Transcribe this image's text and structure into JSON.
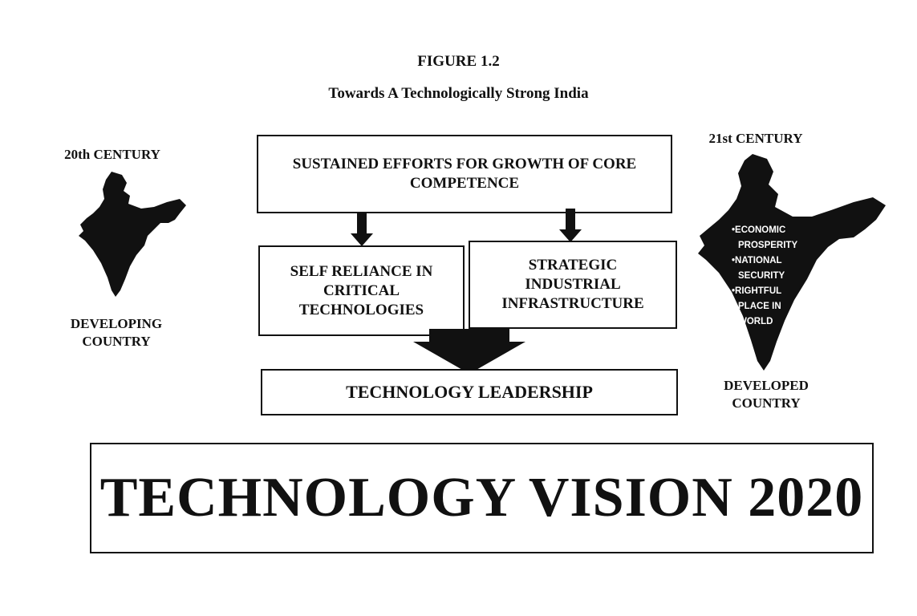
{
  "figure_label": "FIGURE 1.2",
  "figure_subtitle": "Towards A Technologically Strong India",
  "left": {
    "era": "20th CENTURY",
    "status_line1": "DEVELOPING",
    "status_line2": "COUNTRY"
  },
  "right": {
    "era": "21st CENTURY",
    "status_line1": "DEVELOPED",
    "status_line2": "COUNTRY",
    "bullets": [
      "•ECONOMIC",
      "PROSPERITY",
      "•NATIONAL",
      "SECURITY",
      "•RIGHTFUL",
      "PLACE IN",
      "WORLD"
    ]
  },
  "flow": {
    "top_line1": "SUSTAINED EFFORTS FOR GROWTH OF CORE",
    "top_line2": "COMPETENCE",
    "left_line1": "SELF RELIANCE IN",
    "left_line2": "CRITICAL",
    "left_line3": "TECHNOLOGIES",
    "right_line1": "STRATEGIC",
    "right_line2": "INDUSTRIAL",
    "right_line3": "INFRASTRUCTURE",
    "bottom": "TECHNOLOGY LEADERSHIP"
  },
  "vision_title": "TECHNOLOGY VISION 2020",
  "colors": {
    "ink": "#111111",
    "paper": "#ffffff"
  },
  "icons": [
    "india-map-icon",
    "arrow-down-icon"
  ]
}
